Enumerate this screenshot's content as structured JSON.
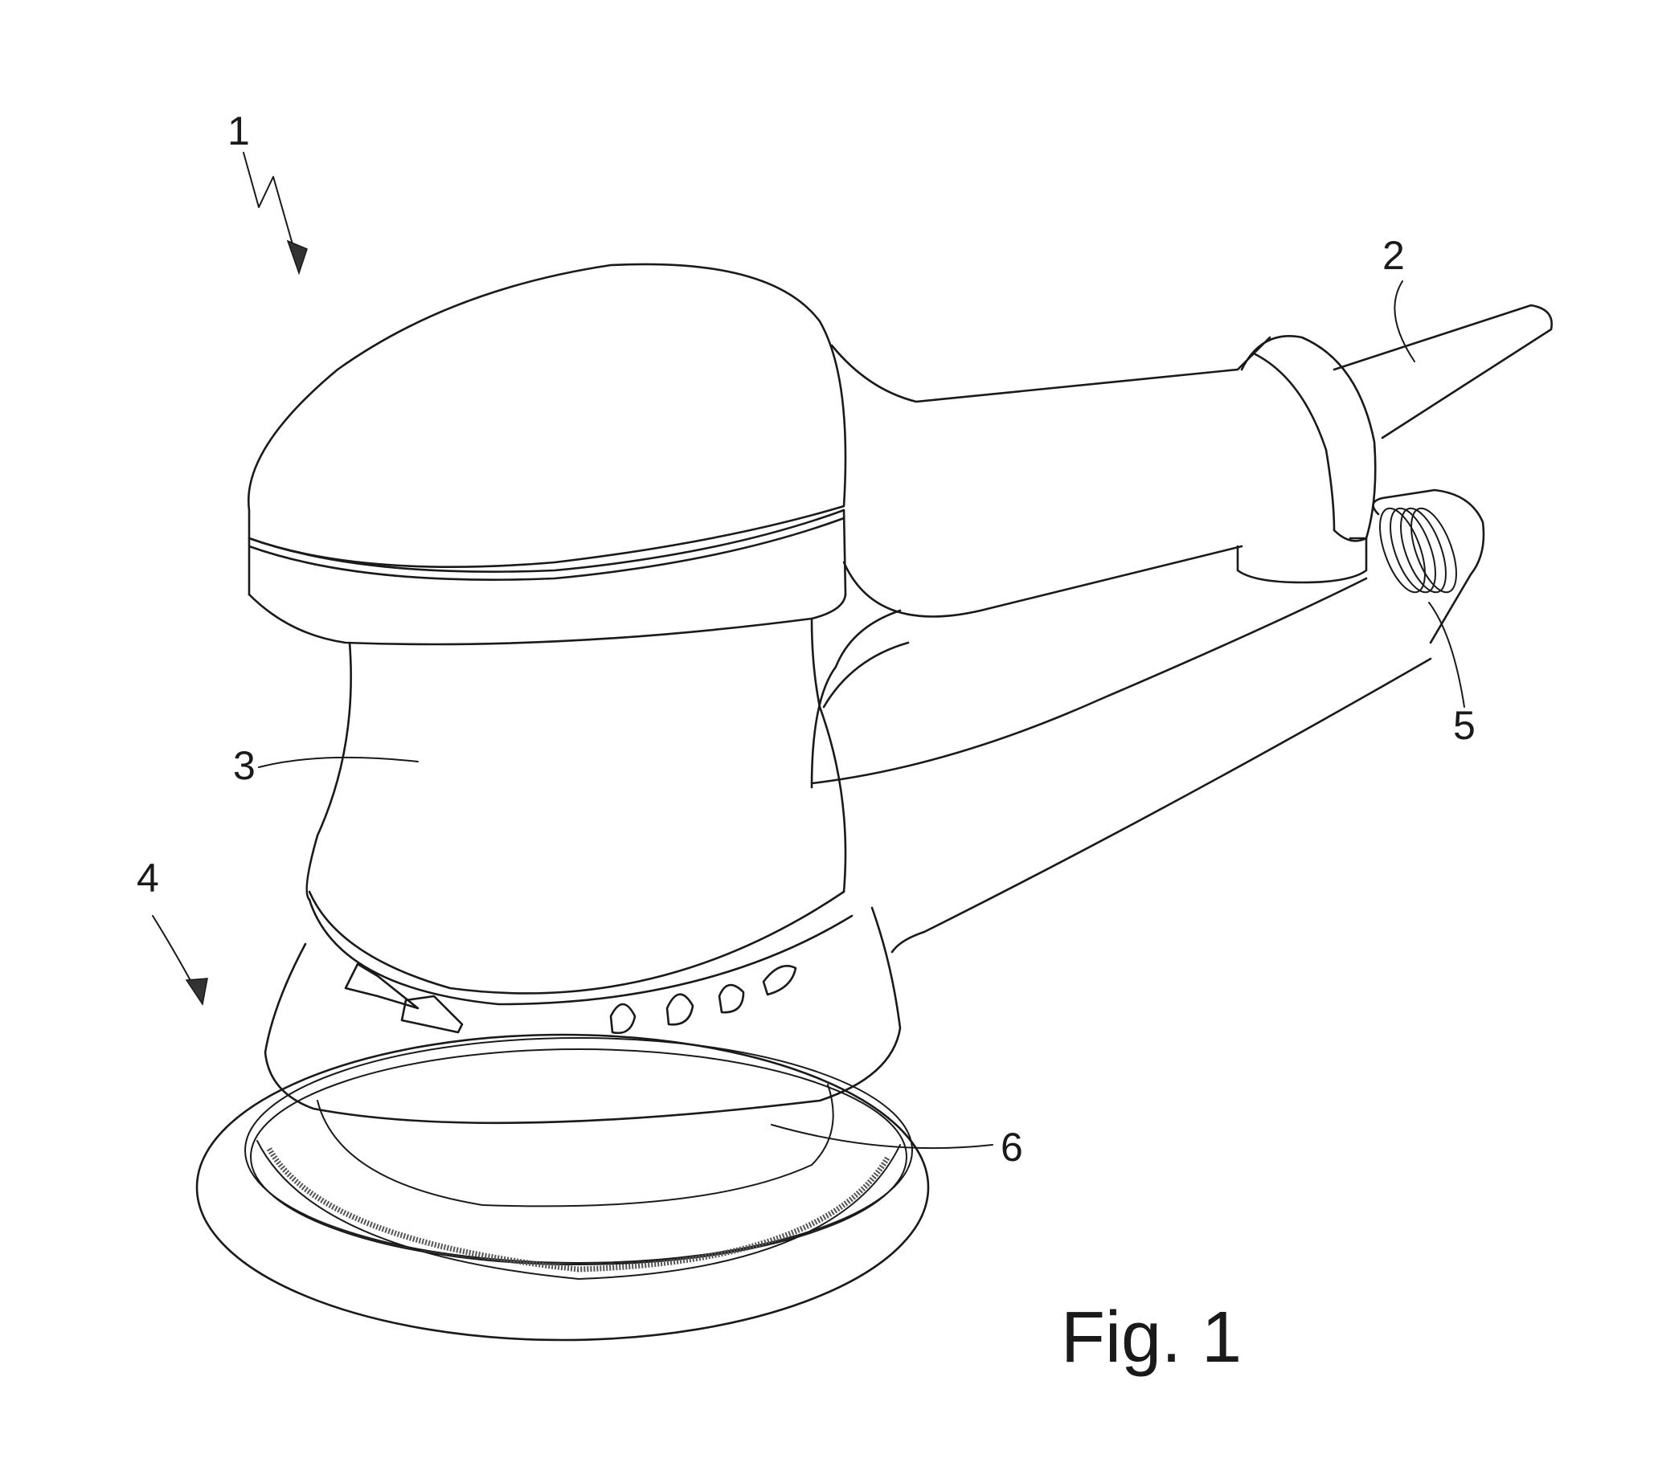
{
  "figure": {
    "label": "Fig. 1"
  },
  "references": {
    "ref_1": "1",
    "ref_2": "2",
    "ref_3": "3",
    "ref_4": "4",
    "ref_5": "5",
    "ref_6": "6"
  },
  "colors": {
    "line": "#1a1a1a",
    "background": "#ffffff",
    "hatch": "#555555"
  }
}
